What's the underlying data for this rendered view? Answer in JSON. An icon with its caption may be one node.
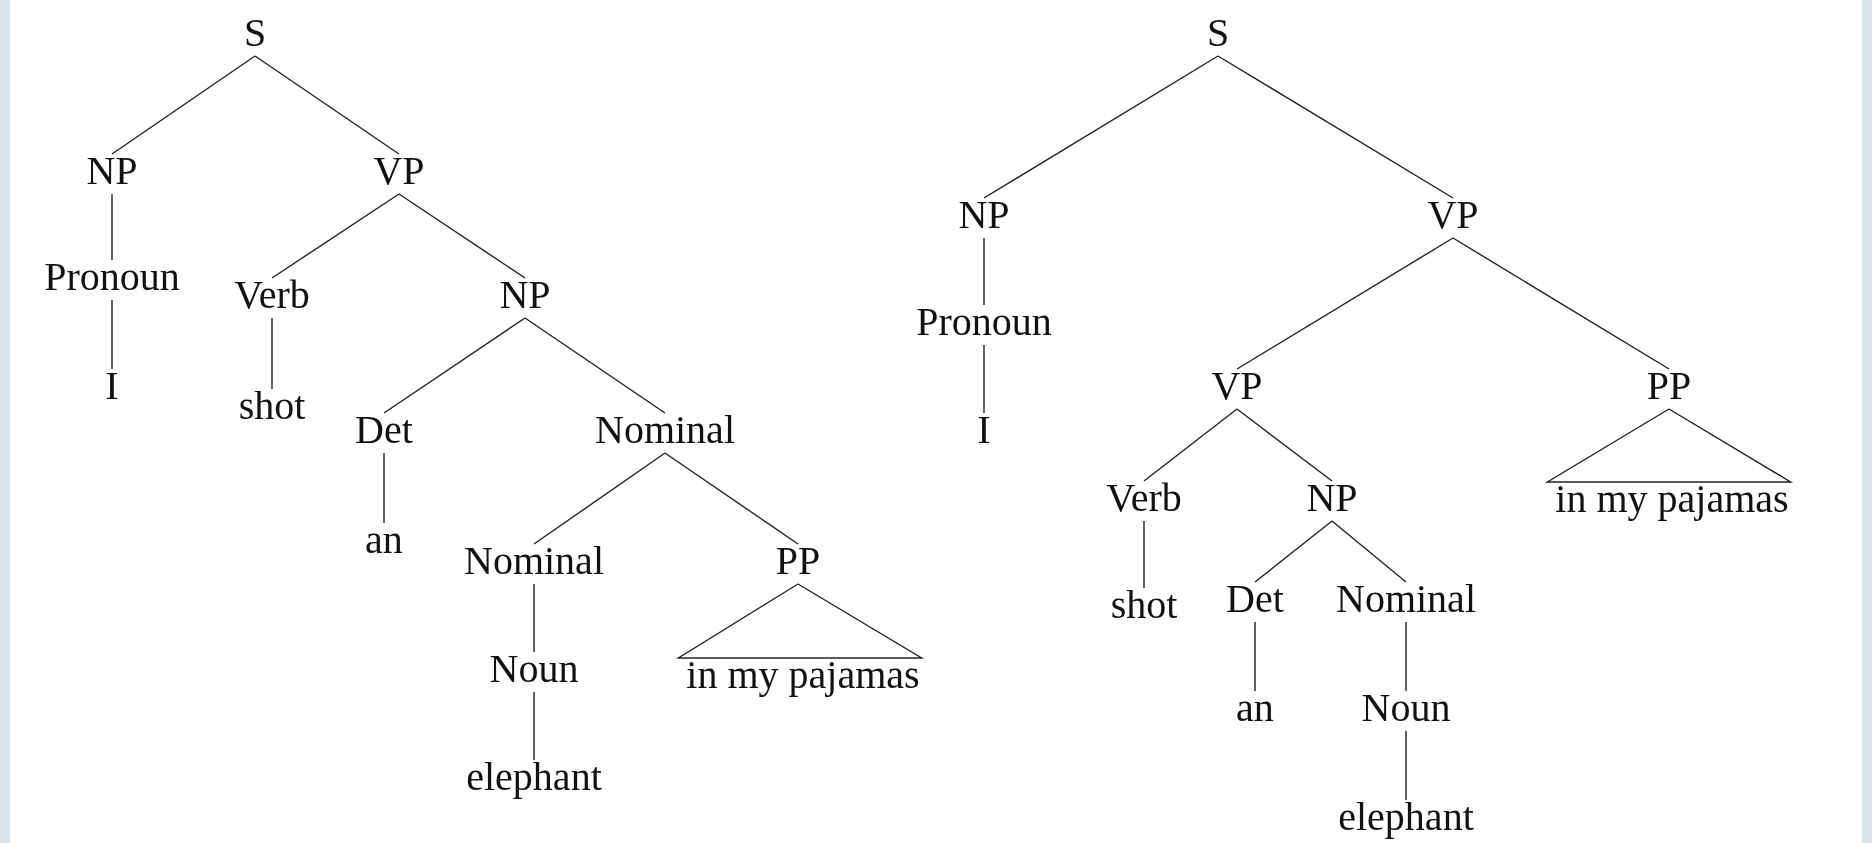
{
  "diagram": {
    "nodes": [
      {
        "text": [
          "S"
        ]
      },
      {
        "text": [
          "NP"
        ]
      },
      {
        "text": [
          "VP"
        ]
      },
      {
        "text": [
          "Pronoun"
        ]
      },
      {
        "text": [
          "I"
        ]
      },
      {
        "text": [
          "Verb"
        ]
      },
      {
        "text": [
          "NP"
        ]
      },
      {
        "text": [
          "shot"
        ]
      },
      {
        "text": [
          "Det"
        ]
      },
      {
        "text": [
          "Nominal"
        ]
      },
      {
        "text": [
          "an"
        ]
      },
      {
        "text": [
          "Nominal"
        ]
      },
      {
        "text": [
          "PP"
        ]
      },
      {
        "text": [
          "Noun"
        ]
      },
      {
        "text": [
          "in my pajamas"
        ]
      },
      {
        "text": [
          "elephant"
        ]
      },
      {
        "text": [
          "S"
        ]
      },
      {
        "text": [
          "NP"
        ]
      },
      {
        "text": [
          "VP"
        ]
      },
      {
        "text": [
          "Pronoun"
        ]
      },
      {
        "text": [
          "I"
        ]
      },
      {
        "text": [
          "VP"
        ]
      },
      {
        "text": [
          "PP"
        ]
      },
      {
        "text": [
          "Verb"
        ]
      },
      {
        "text": [
          "NP"
        ]
      },
      {
        "text": [
          "in my pajamas"
        ]
      },
      {
        "text": [
          "shot"
        ]
      },
      {
        "text": [
          "Det"
        ]
      },
      {
        "text": [
          "Nominal"
        ]
      },
      {
        "text": [
          "an"
        ]
      },
      {
        "text": [
          "Noun"
        ]
      },
      {
        "text": [
          "elephant"
        ]
      }
    ],
    "edges": [
      {
        "from": 0,
        "to": 1,
        "arrow": "none"
      },
      {
        "from": 0,
        "to": 2,
        "arrow": "none"
      },
      {
        "from": 1,
        "to": 3,
        "arrow": "none"
      },
      {
        "from": 3,
        "to": 4,
        "arrow": "none"
      },
      {
        "from": 2,
        "to": 5,
        "arrow": "none"
      },
      {
        "from": 2,
        "to": 6,
        "arrow": "none"
      },
      {
        "from": 5,
        "to": 7,
        "arrow": "none"
      },
      {
        "from": 6,
        "to": 8,
        "arrow": "none"
      },
      {
        "from": 6,
        "to": 9,
        "arrow": "none"
      },
      {
        "from": 8,
        "to": 10,
        "arrow": "none"
      },
      {
        "from": 9,
        "to": 11,
        "arrow": "none"
      },
      {
        "from": 9,
        "to": 12,
        "arrow": "none"
      },
      {
        "from": 11,
        "to": 13,
        "arrow": "none"
      },
      {
        "from": 12,
        "to": 14,
        "arrow": "none"
      },
      {
        "from": 13,
        "to": 15,
        "arrow": "none"
      },
      {
        "from": 16,
        "to": 17,
        "arrow": "none"
      },
      {
        "from": 16,
        "to": 18,
        "arrow": "none"
      },
      {
        "from": 17,
        "to": 19,
        "arrow": "none"
      },
      {
        "from": 19,
        "to": 20,
        "arrow": "none"
      },
      {
        "from": 18,
        "to": 21,
        "arrow": "none"
      },
      {
        "from": 18,
        "to": 22,
        "arrow": "none"
      },
      {
        "from": 21,
        "to": 23,
        "arrow": "none"
      },
      {
        "from": 21,
        "to": 24,
        "arrow": "none"
      },
      {
        "from": 22,
        "to": 25,
        "arrow": "none"
      },
      {
        "from": 23,
        "to": 26,
        "arrow": "none"
      },
      {
        "from": 24,
        "to": 27,
        "arrow": "none"
      },
      {
        "from": 24,
        "to": 28,
        "arrow": "none"
      },
      {
        "from": 27,
        "to": 29,
        "arrow": "none"
      },
      {
        "from": 28,
        "to": 30,
        "arrow": "none"
      },
      {
        "from": 30,
        "to": 31,
        "arrow": "none"
      }
    ]
  }
}
